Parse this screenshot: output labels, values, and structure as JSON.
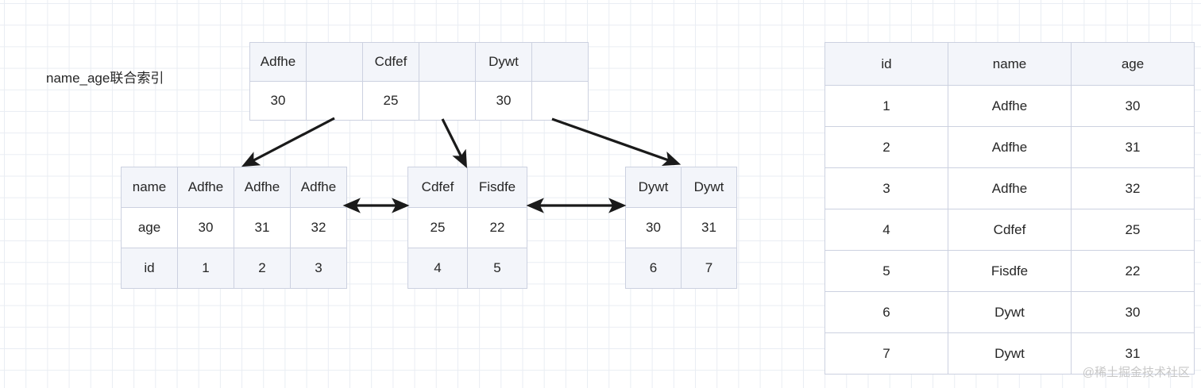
{
  "label": {
    "index_name": "name_age联合索引"
  },
  "watermark": {
    "text": "@稀土掘金技术社区"
  },
  "root_node": {
    "name": "root-index-node",
    "rows": [
      [
        "Adfhe",
        "",
        "Cdfef",
        "",
        "Dywt",
        ""
      ],
      [
        "30",
        "",
        "25",
        "",
        "30",
        ""
      ]
    ]
  },
  "leaf_nodes": [
    {
      "name": "leaf-node-1",
      "rows": [
        [
          "name",
          "Adfhe",
          "Adfhe",
          "Adfhe"
        ],
        [
          "age",
          "30",
          "31",
          "32"
        ],
        [
          "id",
          "1",
          "2",
          "3"
        ]
      ]
    },
    {
      "name": "leaf-node-2",
      "rows": [
        [
          "Cdfef",
          "Fisdfe"
        ],
        [
          "25",
          "22"
        ],
        [
          "4",
          "5"
        ]
      ]
    },
    {
      "name": "leaf-node-3",
      "rows": [
        [
          "Dywt",
          "Dywt"
        ],
        [
          "30",
          "31"
        ],
        [
          "6",
          "7"
        ]
      ]
    }
  ],
  "data_table": {
    "headers": [
      "id",
      "name",
      "age"
    ],
    "rows": [
      [
        "1",
        "Adfhe",
        "30"
      ],
      [
        "2",
        "Adfhe",
        "31"
      ],
      [
        "3",
        "Adfhe",
        "32"
      ],
      [
        "4",
        "Cdfef",
        "25"
      ],
      [
        "5",
        "Fisdfe",
        "22"
      ],
      [
        "6",
        "Dywt",
        "30"
      ],
      [
        "7",
        "Dywt",
        "31"
      ]
    ]
  },
  "colors": {
    "grid_line": "#e9edf3",
    "cell_border": "#ccd1e0",
    "header_tint": "#f3f5fa",
    "arrow": "#1a1a1a",
    "text": "#262626",
    "watermark": "#c7c7c7"
  }
}
